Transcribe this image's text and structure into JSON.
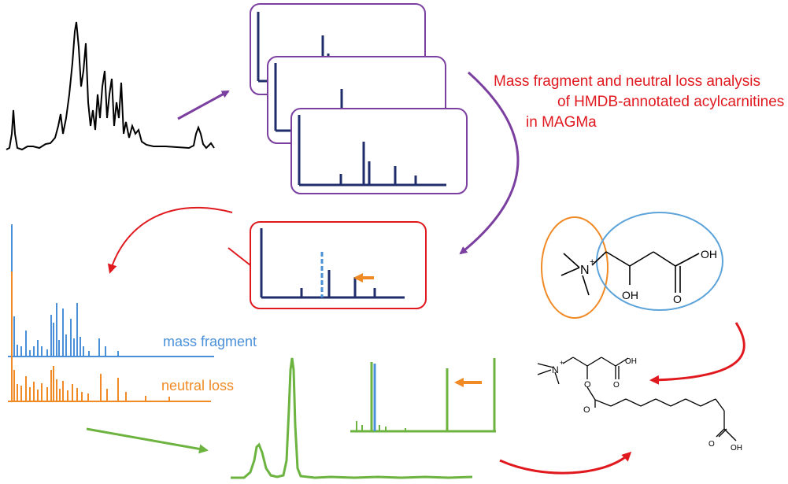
{
  "caption": {
    "line1": "Mass fragment and neutral loss analysis",
    "line2": "of HMDB-annotated acylcarnitines",
    "line3": "in MAGMa"
  },
  "labels": {
    "mass_fragment": "mass fragment",
    "neutral_loss": "neutral loss"
  },
  "molecule_labels": {
    "nitrogen": "N",
    "charge": "+",
    "hydroxyl_acid": "OH",
    "hydroxyl_side": "OH",
    "carbonyl_oxygen": "O",
    "ester_oxygen": "O",
    "ester_carbonyl_oxygen": "O",
    "acid_oh_small": "OH",
    "acid_o_small": "O",
    "terminal_acid_oh": "OH",
    "terminal_acid_o": "O"
  },
  "colors": {
    "caption": "#e0191f",
    "purple": "#7b3fa0",
    "navy": "#1f2d6b",
    "red": "#e0191f",
    "blue": "#4a90d9",
    "orange": "#f08a24",
    "green": "#6cb33f",
    "ellipse_orange": "#f08a24",
    "ellipse_blue": "#5ba3d9"
  }
}
